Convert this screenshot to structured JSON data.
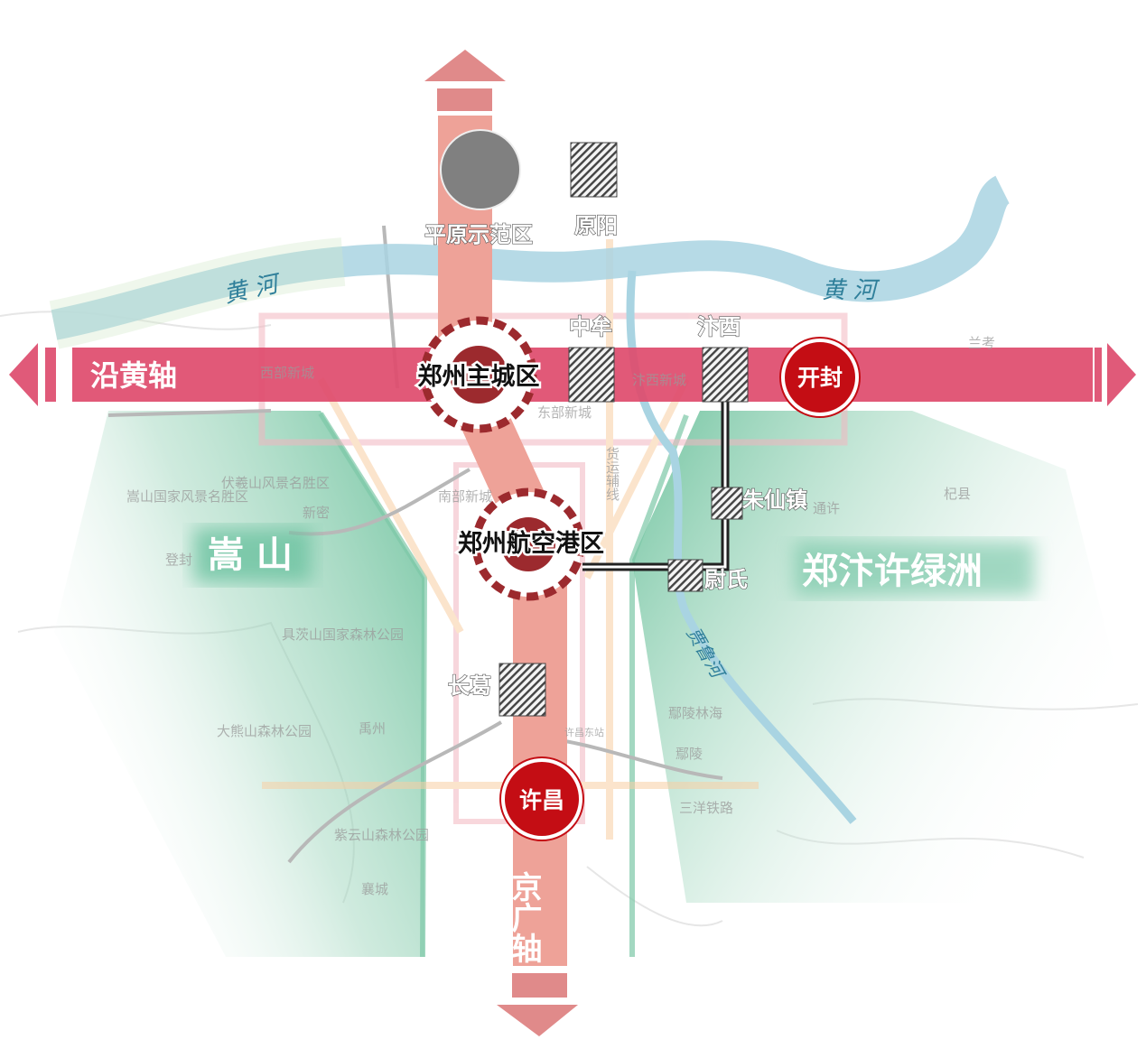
{
  "colors": {
    "axis_horizontal": "#de4b6c",
    "axis_vertical": "#eea298",
    "core_dark_red": "#9c2a2e",
    "city_red": "#c40d14",
    "green_zone": "#6cc2a0",
    "river": "#a9d4e2",
    "hatched_node": "#555555",
    "future_node": "#808080"
  },
  "axes": {
    "horizontal": "沿黄轴",
    "vertical": "京广轴"
  },
  "cores": {
    "main": "郑州主城区",
    "airport": "郑州航空港区"
  },
  "cities": {
    "kaifeng": "开封",
    "xuchang": "许昌"
  },
  "nodes": {
    "pingyuan": "平原示范区",
    "yuanyang": "原阳",
    "zhongmou": "中牟",
    "bianxi": "汴西",
    "zhuxianzhen": "朱仙镇",
    "weishi": "尉氏",
    "changge": "长葛"
  },
  "green_zones": {
    "songshan": "嵩 山",
    "oasis": "郑汴许绿洲"
  },
  "rivers": {
    "yellow_left": "黄 河",
    "yellow_right": "黄 河",
    "jialu": "贾鲁河"
  },
  "background_labels": {
    "west_new_city": "西部新城",
    "east_new_city": "东部新城",
    "south_new_city": "南部新城",
    "bianxi_new_city": "汴西新城",
    "freight_line": "货运辅线",
    "fuxi": "伏羲山风景名胜区",
    "songshan_park": "嵩山国家风景名胜区",
    "xinmi": "新密",
    "dengfeng": "登封",
    "juci": "具茨山国家森林公园",
    "daxiong": "大熊山森林公园",
    "yuzhou": "禹州",
    "ziyun": "紫云山森林公园",
    "xiangcheng": "襄城",
    "yanling_forest": "鄢陵林海",
    "yanling": "鄢陵",
    "sanyang": "三洋铁路",
    "qixian": "杞县",
    "tongxu": "通许",
    "lankao": "兰考",
    "xuchang_east": "许昌东站"
  }
}
